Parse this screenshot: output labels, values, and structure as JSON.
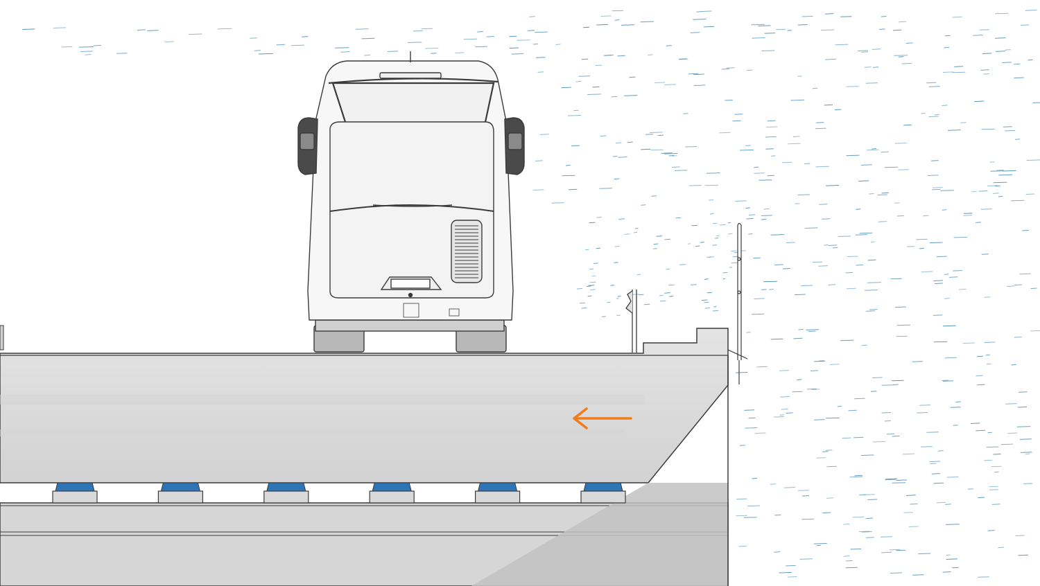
{
  "scene": {
    "kind": "bridge cross-section with truck and wind",
    "objects": [
      "truck-rear-view",
      "bridge-deck",
      "guard-rail",
      "wind-screen-post",
      "bridge-bearings",
      "wind-streaks"
    ],
    "bearing_count": 6,
    "arrow_direction": "left"
  },
  "colors": {
    "background": "#ffffff",
    "deck_fill": "#dcdcdc",
    "deck_shadow": "#c6c6c6",
    "outline": "#3a3a3a",
    "truck_body": "#f6f6f6",
    "truck_dark": "#4a4a4a",
    "bearing_pad": "#2f74b5",
    "bearing_base": "#d9d9d9",
    "wind_streak": "#4f8fb8",
    "arrow": "#f07d1a"
  }
}
